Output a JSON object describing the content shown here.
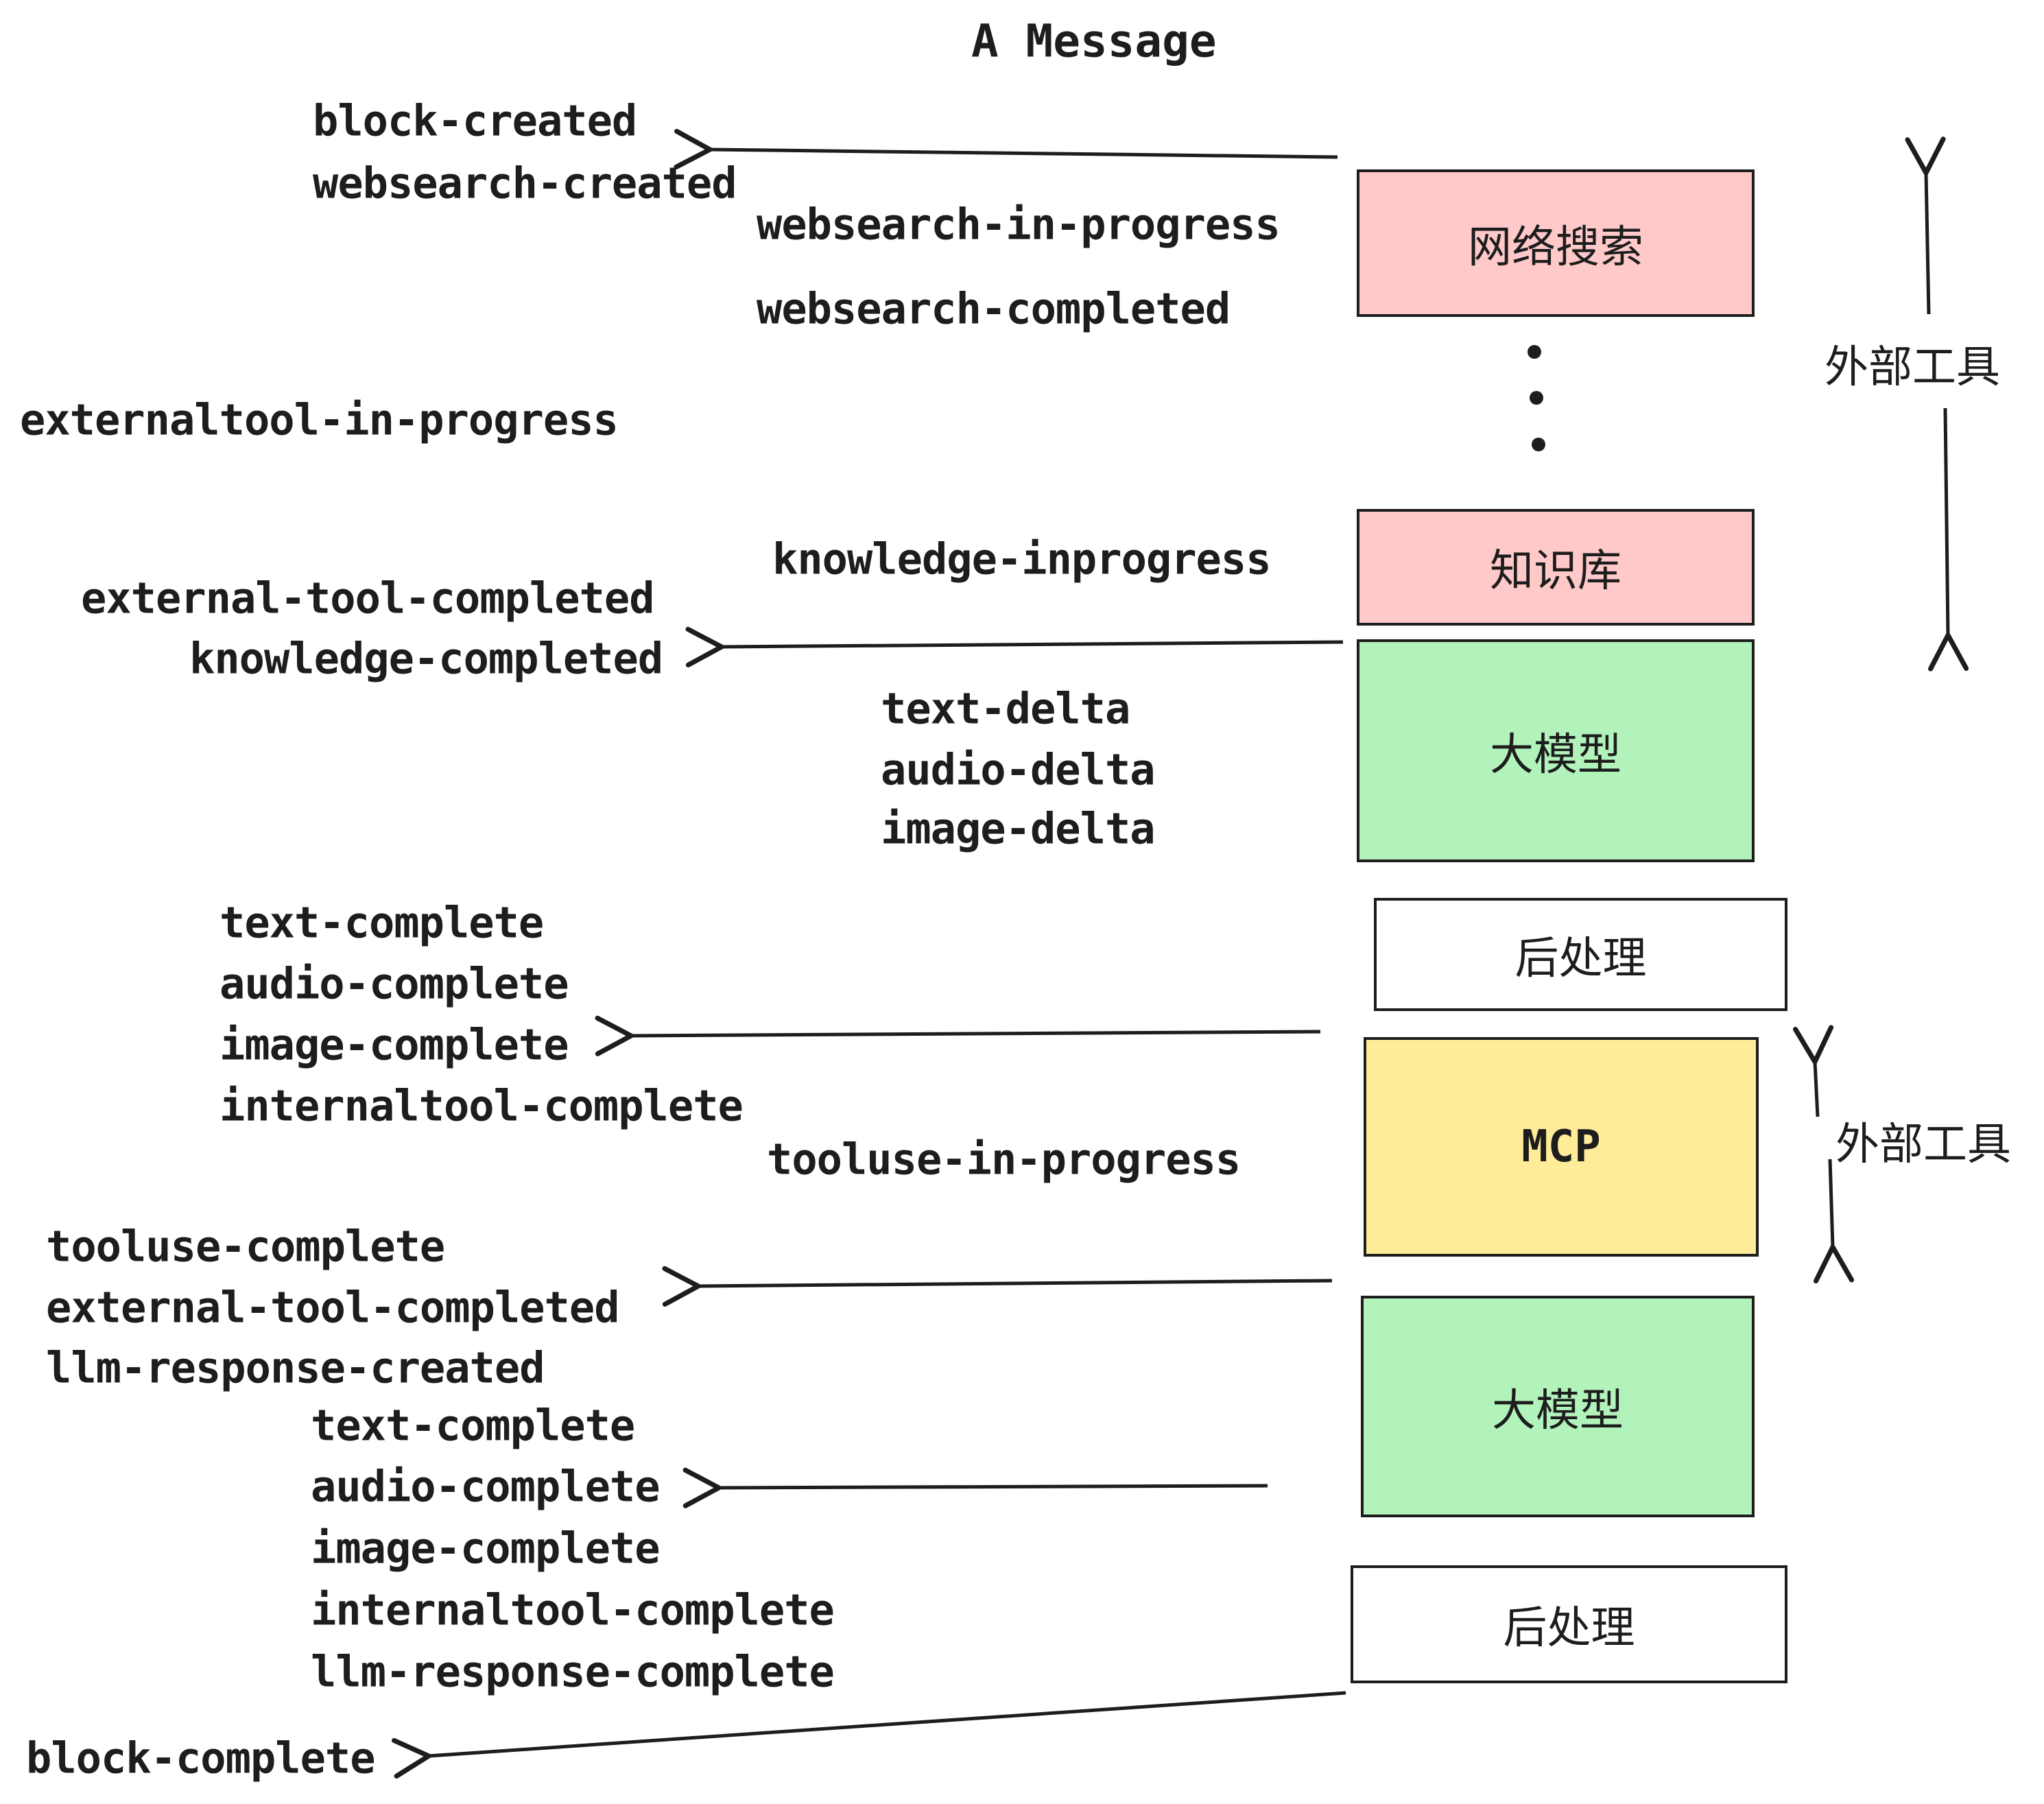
{
  "title": "A Message",
  "colors": {
    "pink": "#ffc9c9",
    "green": "#b2f2bb",
    "yellow": "#ffec99",
    "white": "#ffffff",
    "ink": "#1d1d1d"
  },
  "boxes": [
    {
      "label": "网络搜索",
      "color": "pink"
    },
    {
      "label": "知识库",
      "color": "pink"
    },
    {
      "label": "大模型",
      "color": "green"
    },
    {
      "label": "后处理",
      "color": "white"
    },
    {
      "label": "MCP",
      "color": "yellow"
    },
    {
      "label": "大模型",
      "color": "green"
    },
    {
      "label": "后处理",
      "color": "white"
    }
  ],
  "events": [
    "block-created",
    "websearch-created",
    "websearch-in-progress",
    "websearch-completed",
    "externaltool-in-progress",
    "knowledge-inprogress",
    "external-tool-completed",
    "knowledge-completed",
    "text-delta",
    "audio-delta",
    "image-delta",
    "text-complete",
    "audio-complete",
    "image-complete",
    "internaltool-complete",
    "tooluse-in-progress",
    "tooluse-complete",
    "external-tool-completed",
    "llm-response-created",
    "text-complete",
    "audio-complete",
    "image-complete",
    "internaltool-complete",
    "llm-response-complete",
    "block-complete"
  ],
  "annotations": {
    "external_tools_top": "外部工具",
    "external_tools_mcp": "外部工具"
  }
}
